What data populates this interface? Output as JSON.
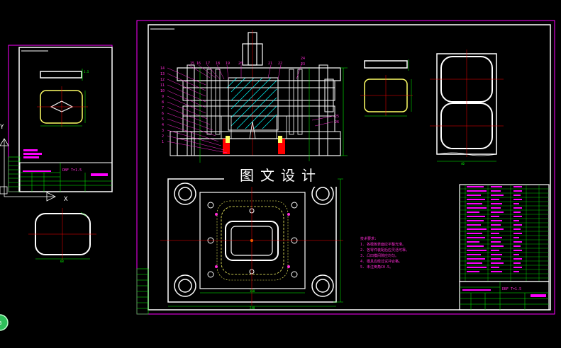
{
  "drawing": {
    "watermark": "图文设计",
    "main_title_code": "DBF T=1.5",
    "part_title_code": "DBF T=1.5"
  },
  "tech_notes": {
    "title": "技术要求:",
    "lines": [
      "1. 各模板表面应平整光滑。",
      "2. 各零件装配后应灵活可靠。",
      "3. 凸凹模间隙应均匀。",
      "4. 模具应经过试冲合格。",
      "5. 未注倒角C0.5。"
    ]
  },
  "assembly_part_numbers": {
    "top": [
      "15",
      "16",
      "17",
      "18",
      "19",
      "20",
      "21",
      "22",
      "23",
      "24"
    ],
    "left": [
      "14",
      "13",
      "12",
      "11",
      "10",
      "9",
      "8",
      "7",
      "6",
      "5",
      "4",
      "3",
      "2",
      "1"
    ],
    "right": [
      "25",
      "26"
    ]
  },
  "dimensions": {
    "plan_width": "240",
    "plan_inner_width": "160",
    "strip_width": "40",
    "part_width": "68"
  },
  "colors": {
    "frame": "#ff00ff",
    "outline": "#ffffff",
    "dimension": "#00ff00",
    "centerline": "#ff0000",
    "hatch": "#00ffff",
    "part": "#ffff66",
    "label": "#ff2bd6"
  },
  "icons": [
    "ucs-axis-icon",
    "viewcube-badge-icon"
  ]
}
